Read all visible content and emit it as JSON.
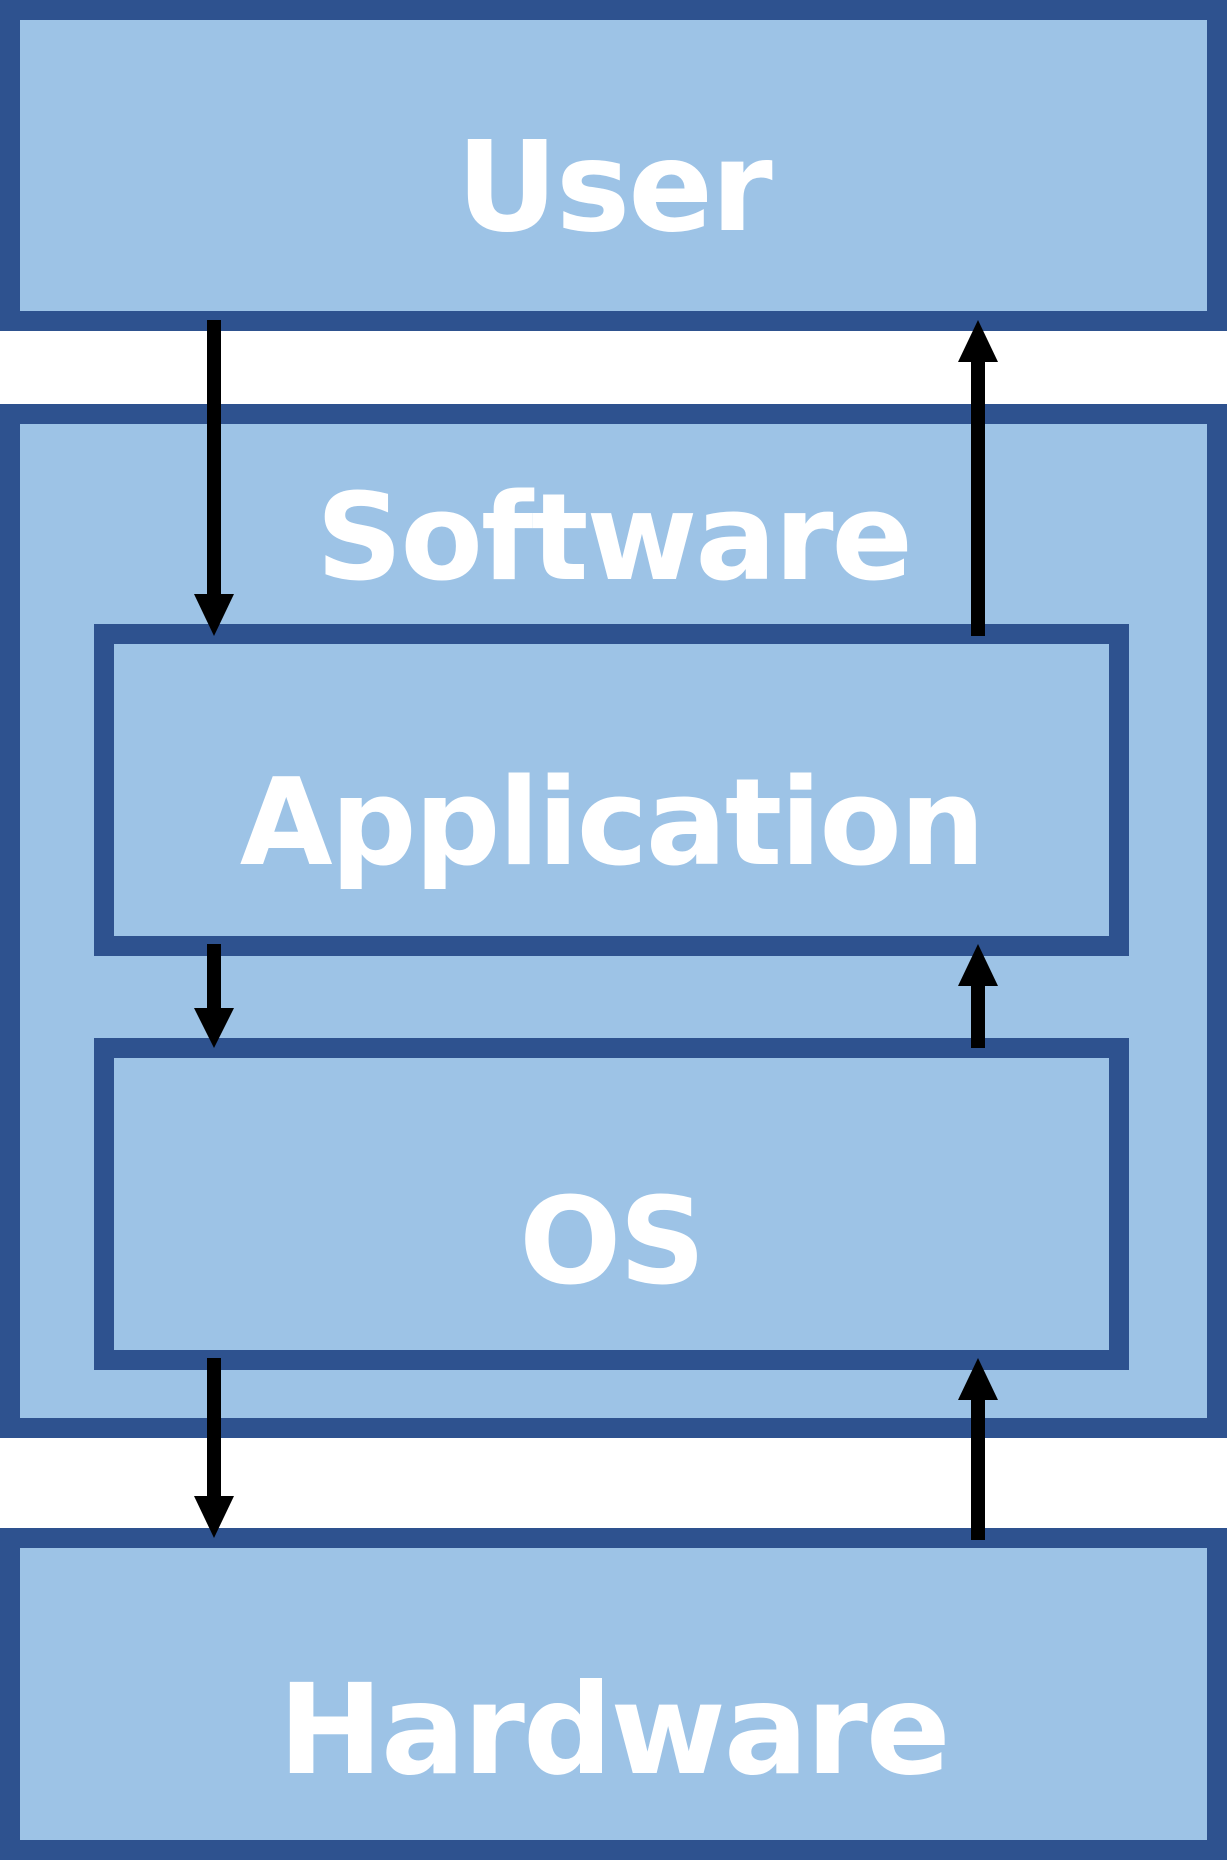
{
  "layers": {
    "user": "User",
    "software": "Software",
    "application": "Application",
    "os": "OS",
    "hardware": "Hardware"
  },
  "colors": {
    "fill": "#9dc3e6",
    "border": "#2e528f",
    "text": "#ffffff",
    "arrow": "#000000"
  }
}
